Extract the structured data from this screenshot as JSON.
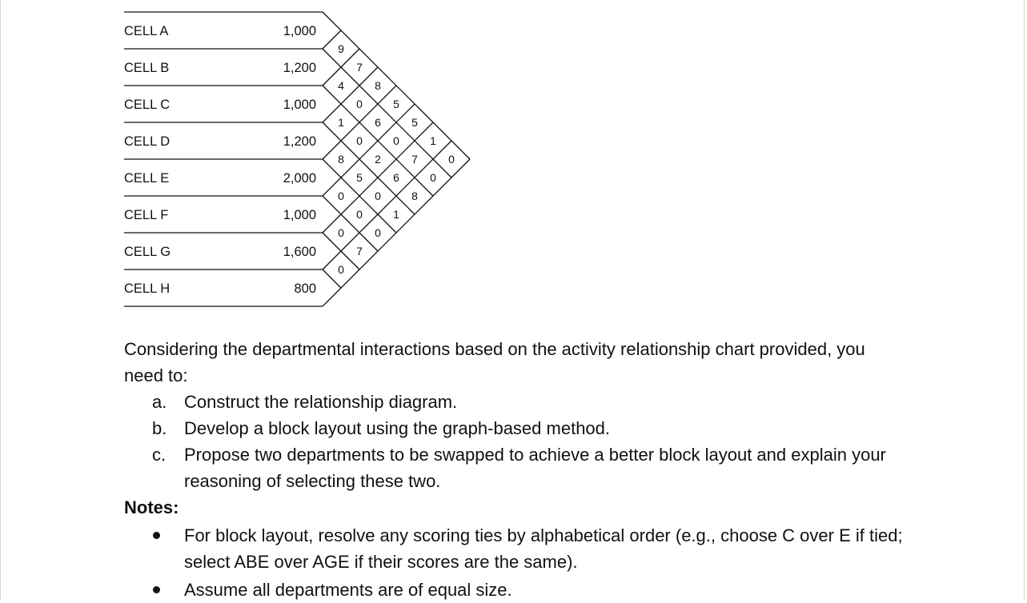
{
  "rows": [
    {
      "label": "CELL A",
      "value": "1,000"
    },
    {
      "label": "CELL B",
      "value": "1,200"
    },
    {
      "label": "CELL C",
      "value": "1,000"
    },
    {
      "label": "CELL D",
      "value": "1,200"
    },
    {
      "label": "CELL E",
      "value": "2,000"
    },
    {
      "label": "CELL F",
      "value": "1,000"
    },
    {
      "label": "CELL G",
      "value": "1,600"
    },
    {
      "label": "CELL H",
      "value": "800"
    }
  ],
  "relationships": [
    {
      "pair": "AB",
      "value": "9"
    },
    {
      "pair": "AC",
      "value": "7"
    },
    {
      "pair": "AD",
      "value": "8"
    },
    {
      "pair": "AE",
      "value": "5"
    },
    {
      "pair": "AF",
      "value": "5"
    },
    {
      "pair": "AG",
      "value": "1"
    },
    {
      "pair": "AH",
      "value": "0"
    },
    {
      "pair": "BC",
      "value": "4"
    },
    {
      "pair": "BD",
      "value": "0"
    },
    {
      "pair": "BE",
      "value": "6"
    },
    {
      "pair": "BF",
      "value": "0"
    },
    {
      "pair": "BG",
      "value": "7"
    },
    {
      "pair": "BH",
      "value": "0"
    },
    {
      "pair": "CD",
      "value": "1"
    },
    {
      "pair": "CE",
      "value": "0"
    },
    {
      "pair": "CF",
      "value": "2"
    },
    {
      "pair": "CG",
      "value": "6"
    },
    {
      "pair": "CH",
      "value": "8"
    },
    {
      "pair": "DE",
      "value": "8"
    },
    {
      "pair": "DF",
      "value": "5"
    },
    {
      "pair": "DG",
      "value": "0"
    },
    {
      "pair": "DH",
      "value": "1"
    },
    {
      "pair": "EF",
      "value": "0"
    },
    {
      "pair": "EG",
      "value": "0"
    },
    {
      "pair": "EH",
      "value": "0"
    },
    {
      "pair": "FG",
      "value": "0"
    },
    {
      "pair": "FH",
      "value": "7"
    },
    {
      "pair": "GH",
      "value": "0"
    }
  ],
  "text": {
    "intro": "Considering the departmental interactions based on the activity relationship chart provided, you need to:",
    "tasks": [
      {
        "marker": "a.",
        "text": "Construct the relationship diagram."
      },
      {
        "marker": "b.",
        "text": "Develop a block layout using the graph-based method."
      },
      {
        "marker": "c.",
        "text": "Propose two departments to be swapped to achieve a better block layout and explain your reasoning of selecting these two."
      }
    ],
    "notes_title": "Notes:",
    "notes": [
      "For block layout, resolve any scoring ties by alphabetical order (e.g., choose C over E if tied; select ABE over AGE if their scores are the same).",
      "Assume all departments are of equal size."
    ]
  }
}
